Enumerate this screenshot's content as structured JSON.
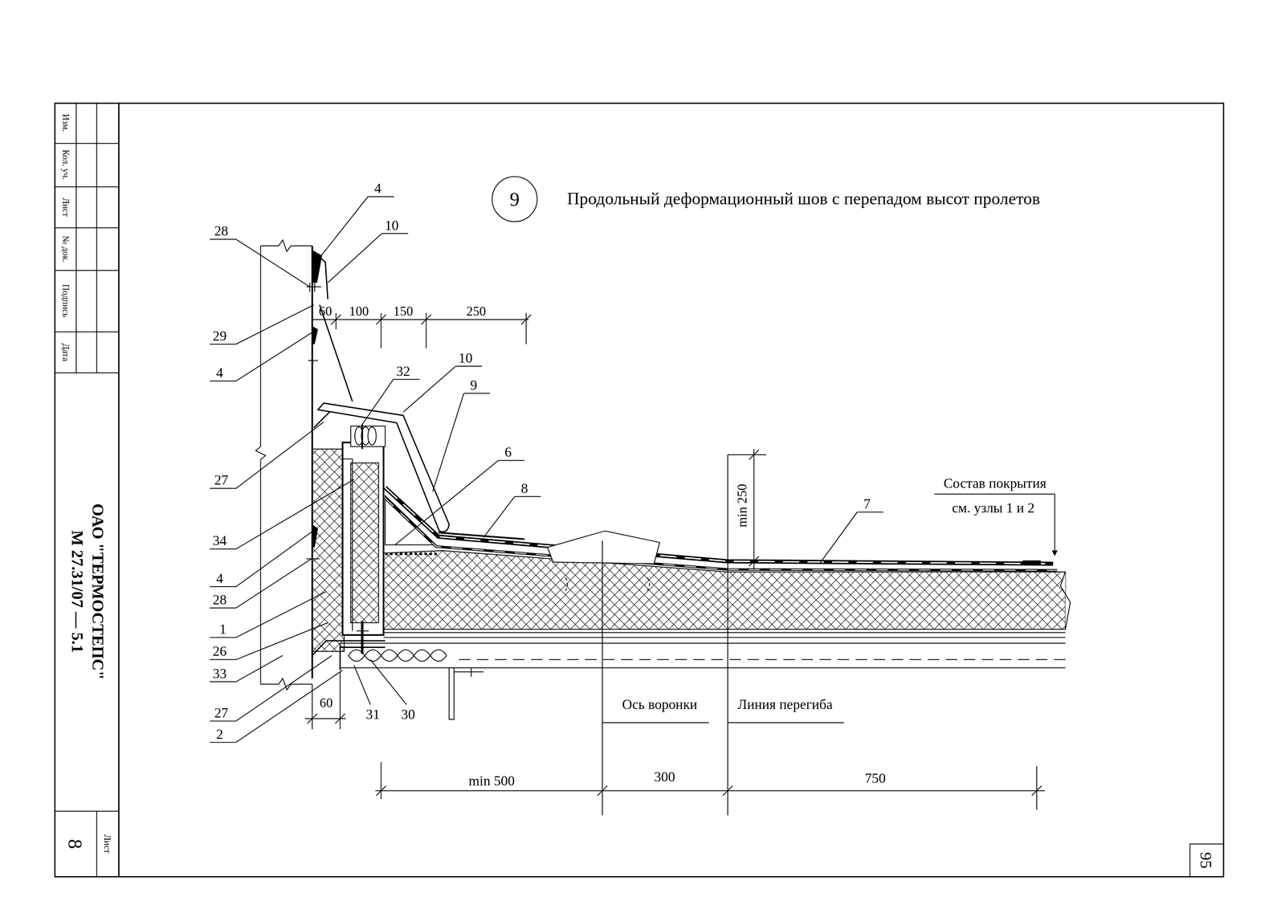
{
  "diagram": {
    "title": "Продольный деформационный шов с перепадом высот пролетов",
    "nodes": [
      {
        "text": [
          "9"
        ]
      }
    ],
    "labels": [
      "Изм.",
      "Кол. уч.",
      "Лист",
      "№ док.",
      "Подпись",
      "Дата",
      "ОАО \"ТЕРМОСТЕПС\"",
      "М 27.31/07 — 5.1",
      "Лист",
      "8",
      "95",
      "4",
      "10",
      "28",
      "60",
      "100",
      "150",
      "250",
      "29",
      "4",
      "32",
      "10",
      "9",
      "27",
      "6",
      "8",
      "min 250",
      "Состав покрытия",
      "см. узлы 1 и 2",
      "7",
      "34",
      "4",
      "28",
      "1",
      "26",
      "33",
      "27",
      "2",
      "60",
      "31",
      "30",
      "Ось воронки",
      "Линия перегиба",
      "min 500",
      "300",
      "750"
    ]
  }
}
